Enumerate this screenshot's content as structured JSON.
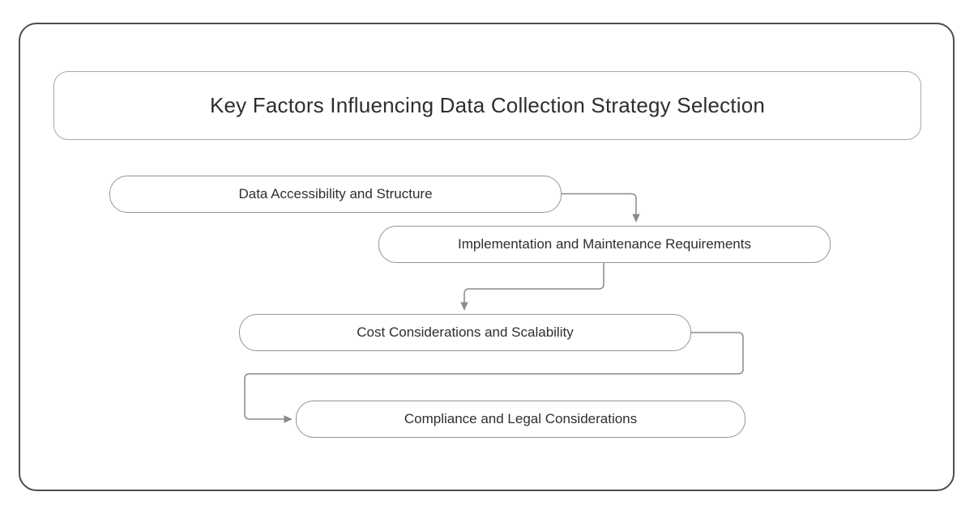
{
  "diagram": {
    "title": "Key Factors Influencing Data Collection Strategy Selection",
    "nodes": [
      {
        "id": "data-accessibility",
        "label": "Data Accessibility and Structure"
      },
      {
        "id": "implementation-maintenance",
        "label": "Implementation and Maintenance Requirements"
      },
      {
        "id": "cost-scalability",
        "label": "Cost Considerations and Scalability"
      },
      {
        "id": "compliance-legal",
        "label": "Compliance and Legal Considerations"
      }
    ],
    "edges": [
      {
        "from": "data-accessibility",
        "to": "implementation-maintenance"
      },
      {
        "from": "implementation-maintenance",
        "to": "cost-scalability"
      },
      {
        "from": "cost-scalability",
        "to": "compliance-legal"
      }
    ],
    "colors": {
      "background": "#ffffff",
      "frame_border": "#4d4d4d",
      "title_border": "#a8a8a8",
      "node_border": "#949494",
      "node_fill": "#ffffff",
      "edge_stroke": "#8a8a8a",
      "text": "#2e2e2e"
    }
  }
}
